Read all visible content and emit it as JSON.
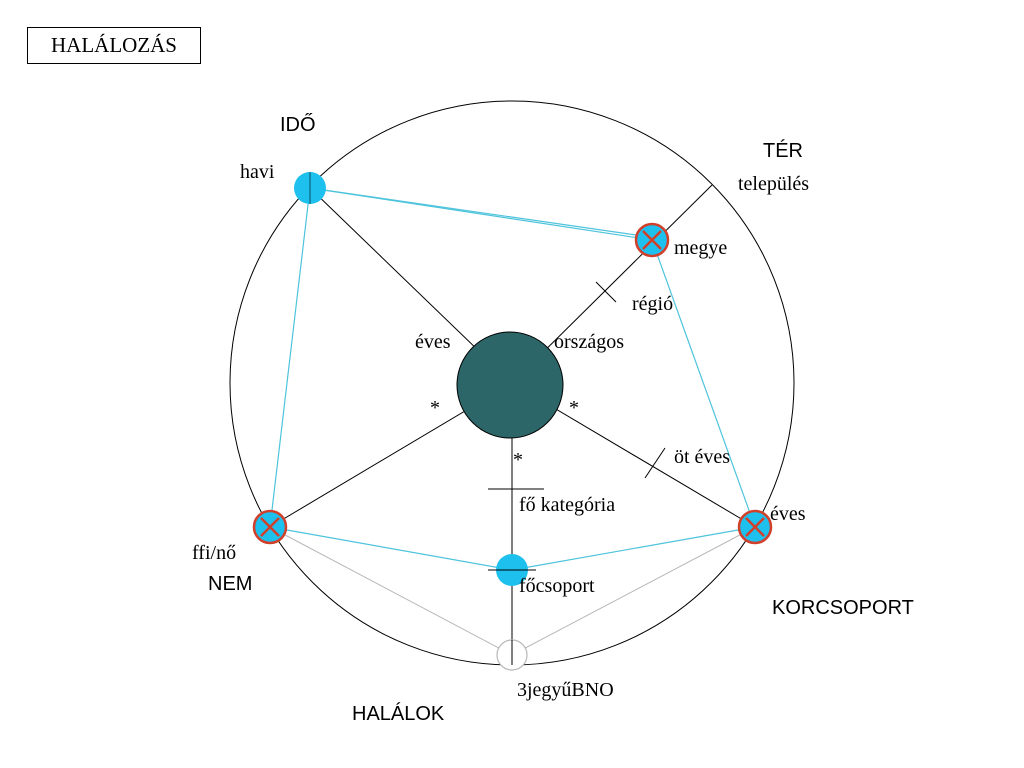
{
  "title": "HALÁLOZÁS",
  "dimensions": {
    "ido": "IDŐ",
    "ter": "TÉR",
    "korcsoport": "KORCSOPORT",
    "halalok": "HALÁLOK",
    "nem": "NEM"
  },
  "levels": {
    "havi": "havi",
    "eves_time": "éves",
    "telepules": "település",
    "megye": "megye",
    "regio": "régió",
    "orszagos": "országos",
    "ot_eves": "öt éves",
    "eves_age": "éves",
    "fo_kategoria": "fő kategória",
    "focsoport": "főcsoport",
    "bno": "3jegyűBNO",
    "ffi_no": "ffi/nő"
  },
  "all_markers": {
    "left": "*",
    "right": "*",
    "bottom": "*"
  },
  "colors": {
    "center": "#2d6669",
    "node_fill": "#1ec0ee",
    "cross": "#d0402a",
    "link": "#4dc3dc",
    "faded": "#b8b8b8",
    "axis": "#000000"
  }
}
